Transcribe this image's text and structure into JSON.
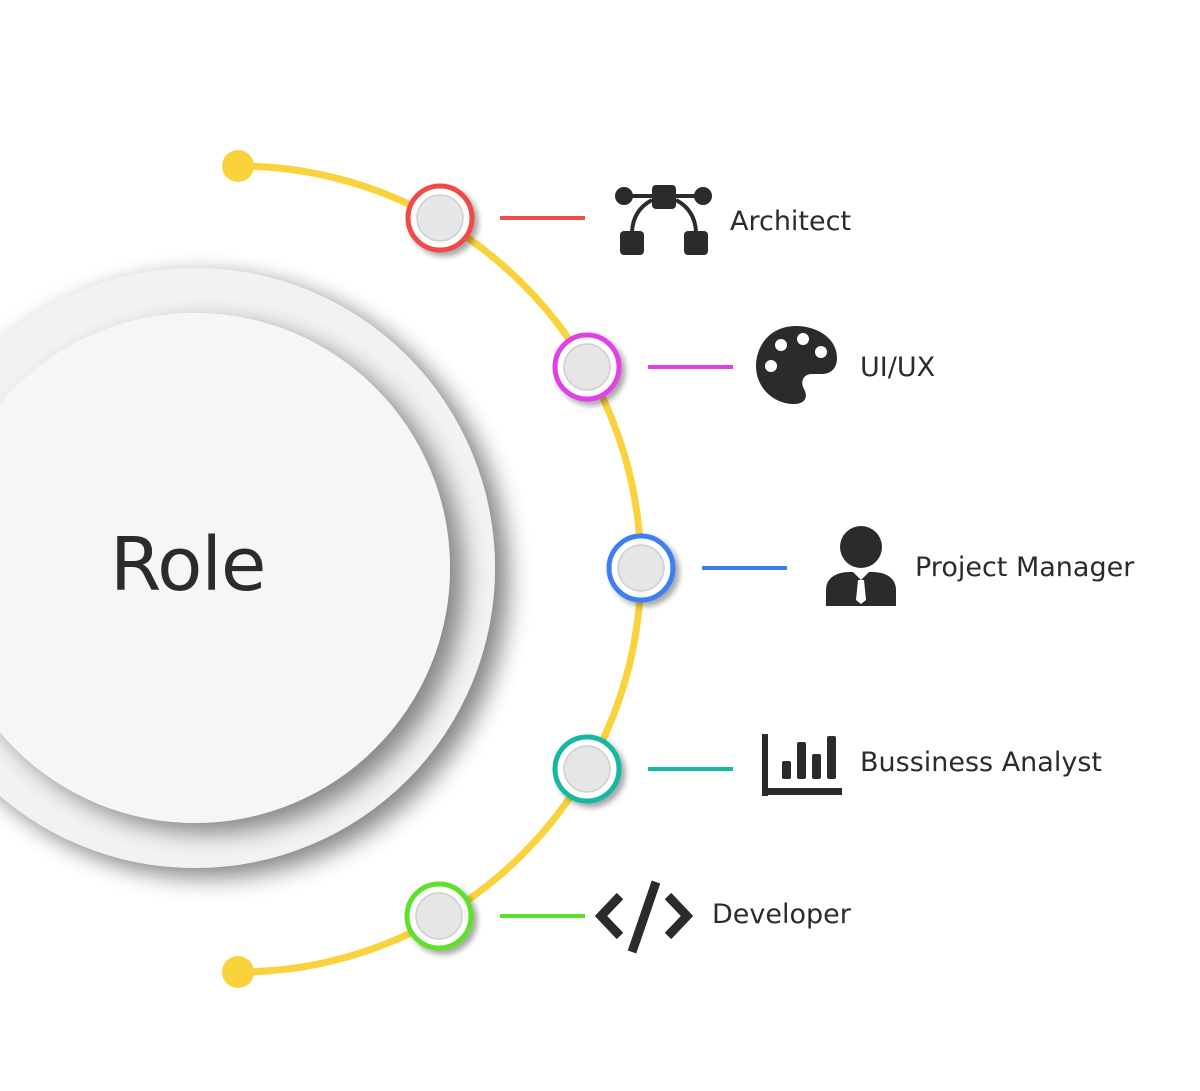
{
  "title": "Role",
  "colors": {
    "arc": "#f9d23c",
    "node_fill": "#e6e6e6",
    "icon": "#2b2b2b",
    "text": "#2b2b2b"
  },
  "roles": [
    {
      "label": "Architect",
      "icon": "bezier-curve-icon",
      "color": "#f04a4a"
    },
    {
      "label": "UI/UX",
      "icon": "palette-icon",
      "color": "#e040e6"
    },
    {
      "label": "Project Manager",
      "icon": "user-tie-icon",
      "color": "#3d7ff0"
    },
    {
      "label": "Bussiness Analyst",
      "icon": "bar-chart-icon",
      "color": "#16b8a4"
    },
    {
      "label": "Developer",
      "icon": "code-icon",
      "color": "#5ee02a"
    }
  ]
}
